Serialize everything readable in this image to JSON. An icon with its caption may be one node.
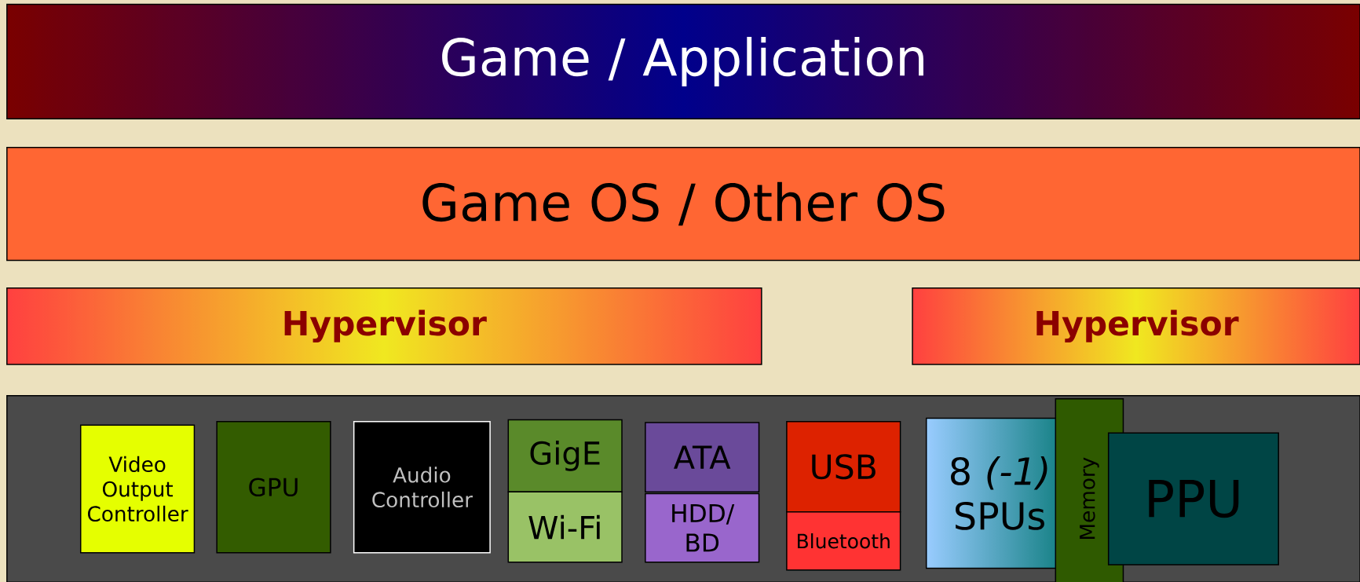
{
  "diagram": {
    "nodes": [
      {
        "text": [
          "Game / Application"
        ]
      },
      {
        "text": [
          "Game OS / Other OS"
        ]
      },
      {
        "text": [
          "Hypervisor"
        ]
      },
      {
        "text": [
          "Hypervisor"
        ]
      },
      {
        "text": [],
        "shape": "box"
      },
      {
        "text": [
          "Video Output Controller"
        ],
        "in": 4
      },
      {
        "text": [
          "GPU"
        ],
        "in": 4
      },
      {
        "text": [
          "Audio Controller"
        ],
        "in": 4
      },
      {
        "text": [
          "GigE"
        ],
        "in": 4
      },
      {
        "text": [
          "Wi-Fi"
        ],
        "in": 4
      },
      {
        "text": [
          "ATA"
        ],
        "in": 4
      },
      {
        "text": [
          "HDD/ BD"
        ],
        "in": 4
      },
      {
        "text": [
          "USB"
        ],
        "in": 4
      },
      {
        "text": [
          "Bluetooth"
        ],
        "in": 4
      },
      {
        "text": [
          "8 *(-1)* SPUs"
        ],
        "in": 4
      },
      {
        "text": [
          "Memory"
        ],
        "in": 4
      },
      {
        "text": [
          "PPU"
        ],
        "in": 4
      }
    ]
  }
}
